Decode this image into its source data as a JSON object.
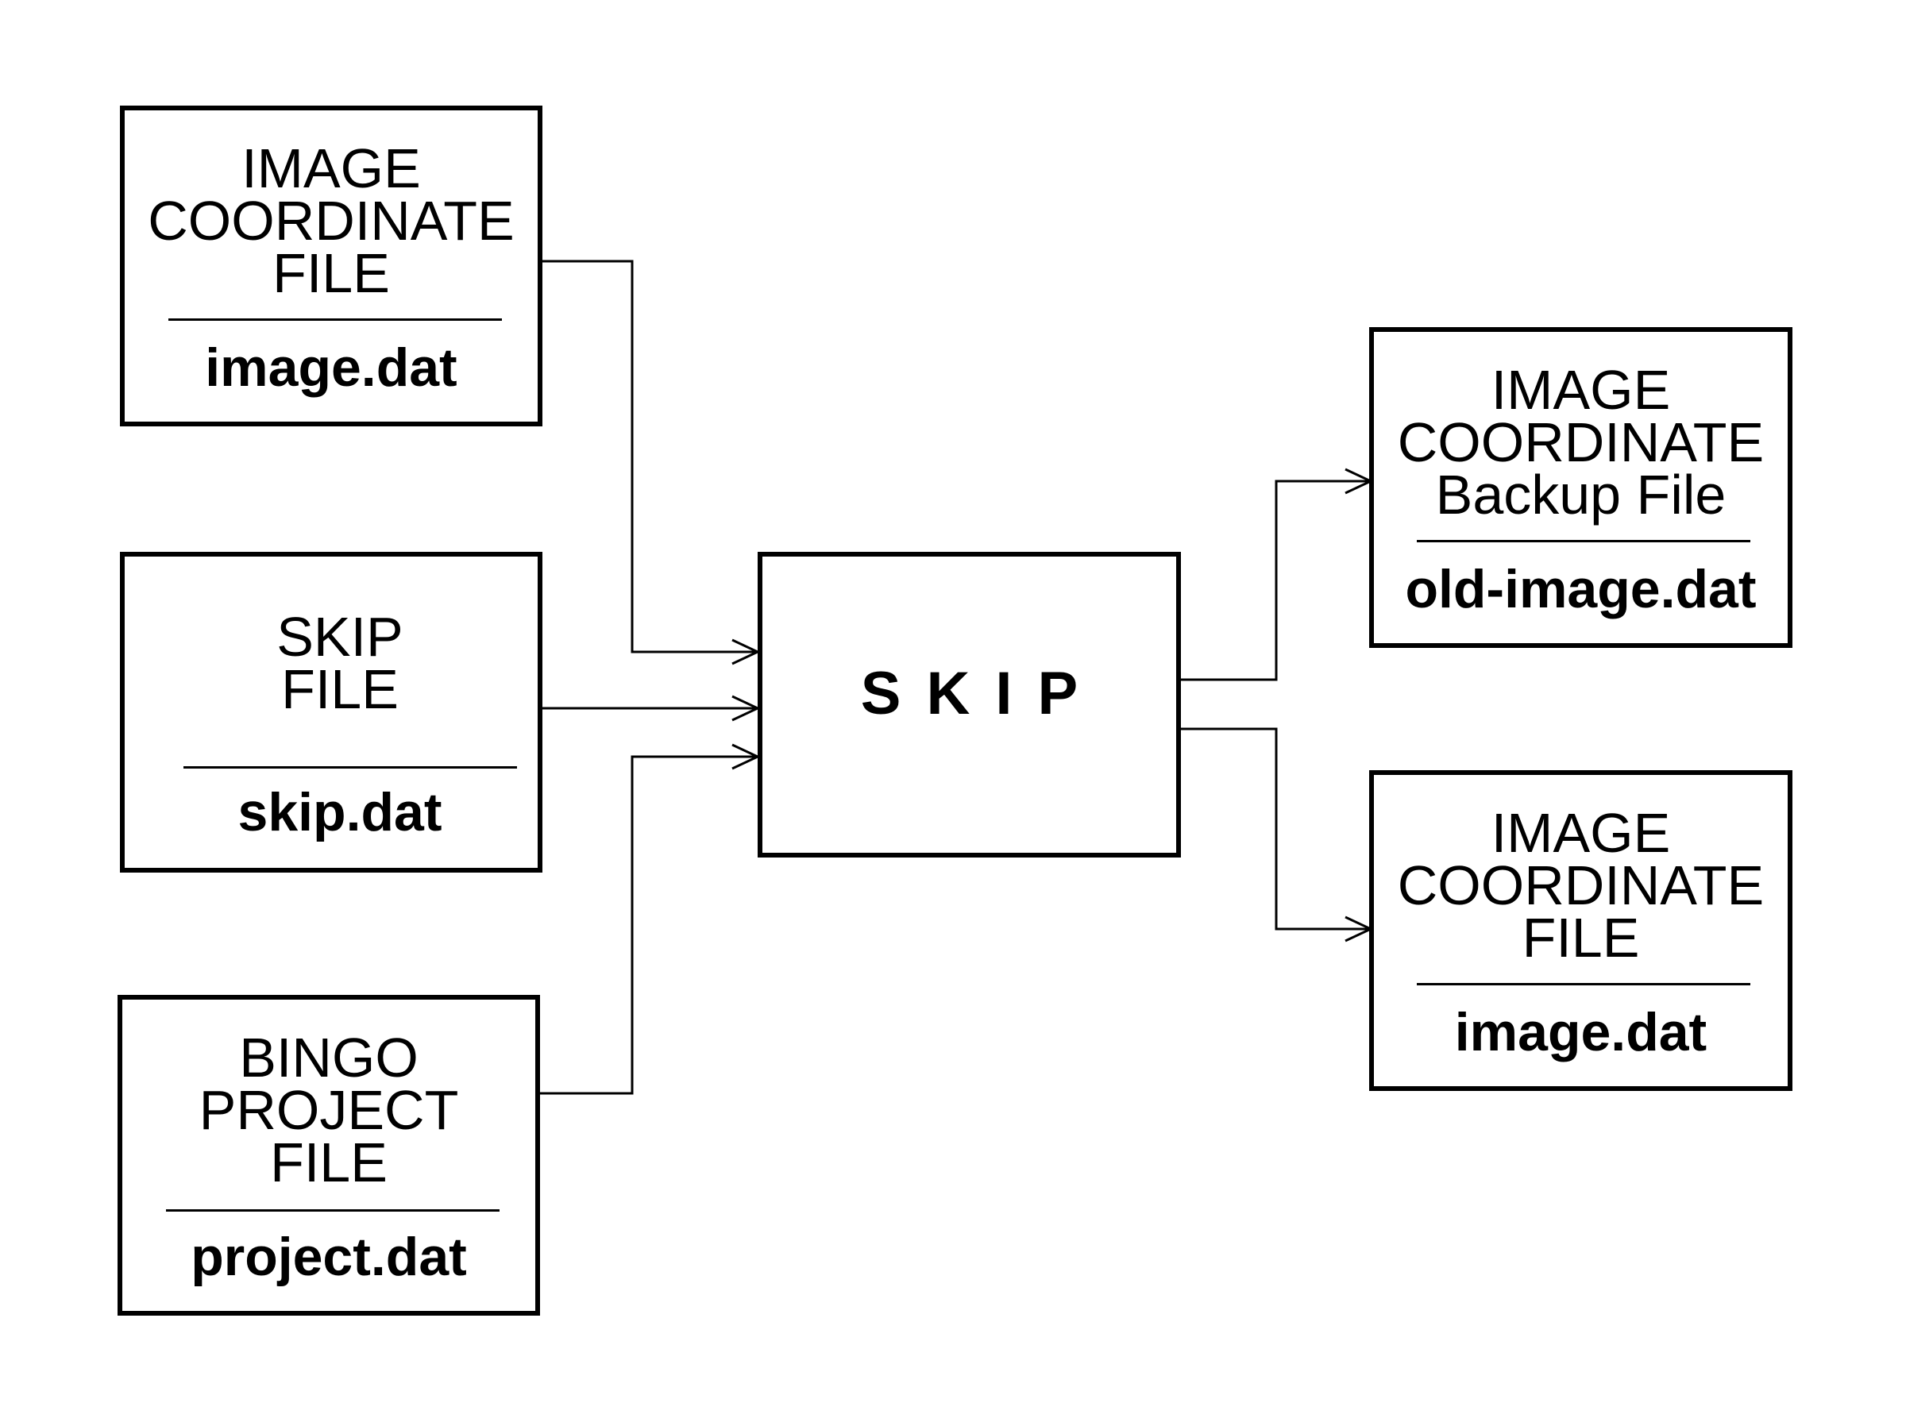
{
  "inputs": [
    {
      "id": "image-coordinate-file",
      "title_lines": [
        "IMAGE",
        "COORDINATE",
        "FILE"
      ],
      "filename": "image.dat"
    },
    {
      "id": "skip-file",
      "title_lines": [
        "SKIP",
        "FILE"
      ],
      "filename": "skip.dat"
    },
    {
      "id": "bingo-project-file",
      "title_lines": [
        "BINGO",
        "PROJECT",
        "FILE"
      ],
      "filename": "project.dat"
    }
  ],
  "process": {
    "label": "SKIP"
  },
  "outputs": [
    {
      "id": "image-coordinate-backup-file",
      "title_lines": [
        "IMAGE",
        "COORDINATE",
        "Backup File"
      ],
      "filename": "old-image.dat"
    },
    {
      "id": "image-coordinate-file-output",
      "title_lines": [
        "IMAGE",
        "COORDINATE",
        "FILE"
      ],
      "filename": "image.dat"
    }
  ],
  "connections": [
    {
      "from": "image-coordinate-file",
      "to": "SKIP"
    },
    {
      "from": "skip-file",
      "to": "SKIP"
    },
    {
      "from": "bingo-project-file",
      "to": "SKIP"
    },
    {
      "from": "SKIP",
      "to": "image-coordinate-backup-file"
    },
    {
      "from": "SKIP",
      "to": "image-coordinate-file-output"
    }
  ]
}
